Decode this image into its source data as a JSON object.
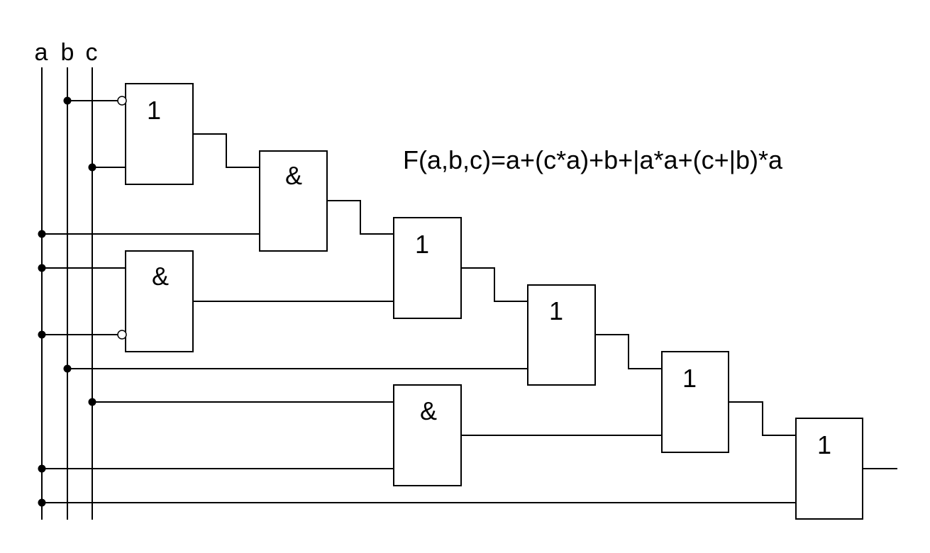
{
  "inputs": [
    "a",
    "b",
    "c"
  ],
  "formula": "F(a,b,c)=a+(c*a)+b+|a*a+(c+|b)*a",
  "gates": {
    "g1": "1",
    "g2": "&",
    "g3": "1",
    "g4": "&",
    "g5": "1",
    "g6": "1",
    "g7": "&",
    "g8": "1"
  }
}
